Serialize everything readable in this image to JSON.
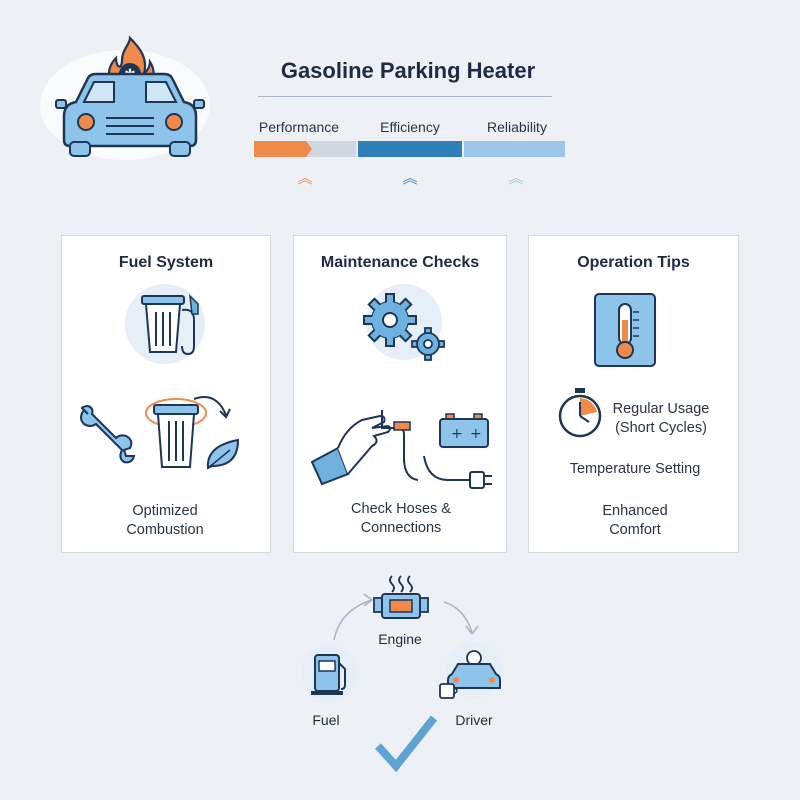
{
  "header": {
    "title": "Gasoline Parking Heater",
    "metrics": [
      {
        "label": "Performance",
        "color": "#f08a4b"
      },
      {
        "label": "Efficiency",
        "color": "#2f7fb8"
      },
      {
        "label": "Reliability",
        "color": "#8ebce0"
      }
    ]
  },
  "cards": [
    {
      "title": "Fuel System",
      "caption": "Optimized Combustion",
      "icons": [
        "fuel-tank-icon",
        "wrench-icon",
        "filter-icon",
        "leaf-icon"
      ]
    },
    {
      "title": "Maintenance Checks",
      "caption": "Check Hoses & Connections",
      "icons": [
        "gears-icon",
        "hand-hose-icon",
        "battery-icon",
        "plug-icon"
      ]
    },
    {
      "title": "Operation Tips",
      "items": [
        "Regular Usage (Short Cycles)",
        "Temperature Setting",
        "Enhanced Comfort"
      ],
      "icons": [
        "thermometer-icon",
        "stopwatch-icon"
      ]
    }
  ],
  "cycle": {
    "nodes": [
      "Engine",
      "Fuel",
      "Driver"
    ],
    "icons": [
      "engine-icon",
      "fuel-pump-icon",
      "driver-car-icon",
      "checkmark-icon"
    ]
  },
  "colors": {
    "accent_orange": "#f08a4b",
    "accent_blue": "#6fb2e0",
    "dark_blue": "#1d3557",
    "bg": "#edf1f6"
  }
}
